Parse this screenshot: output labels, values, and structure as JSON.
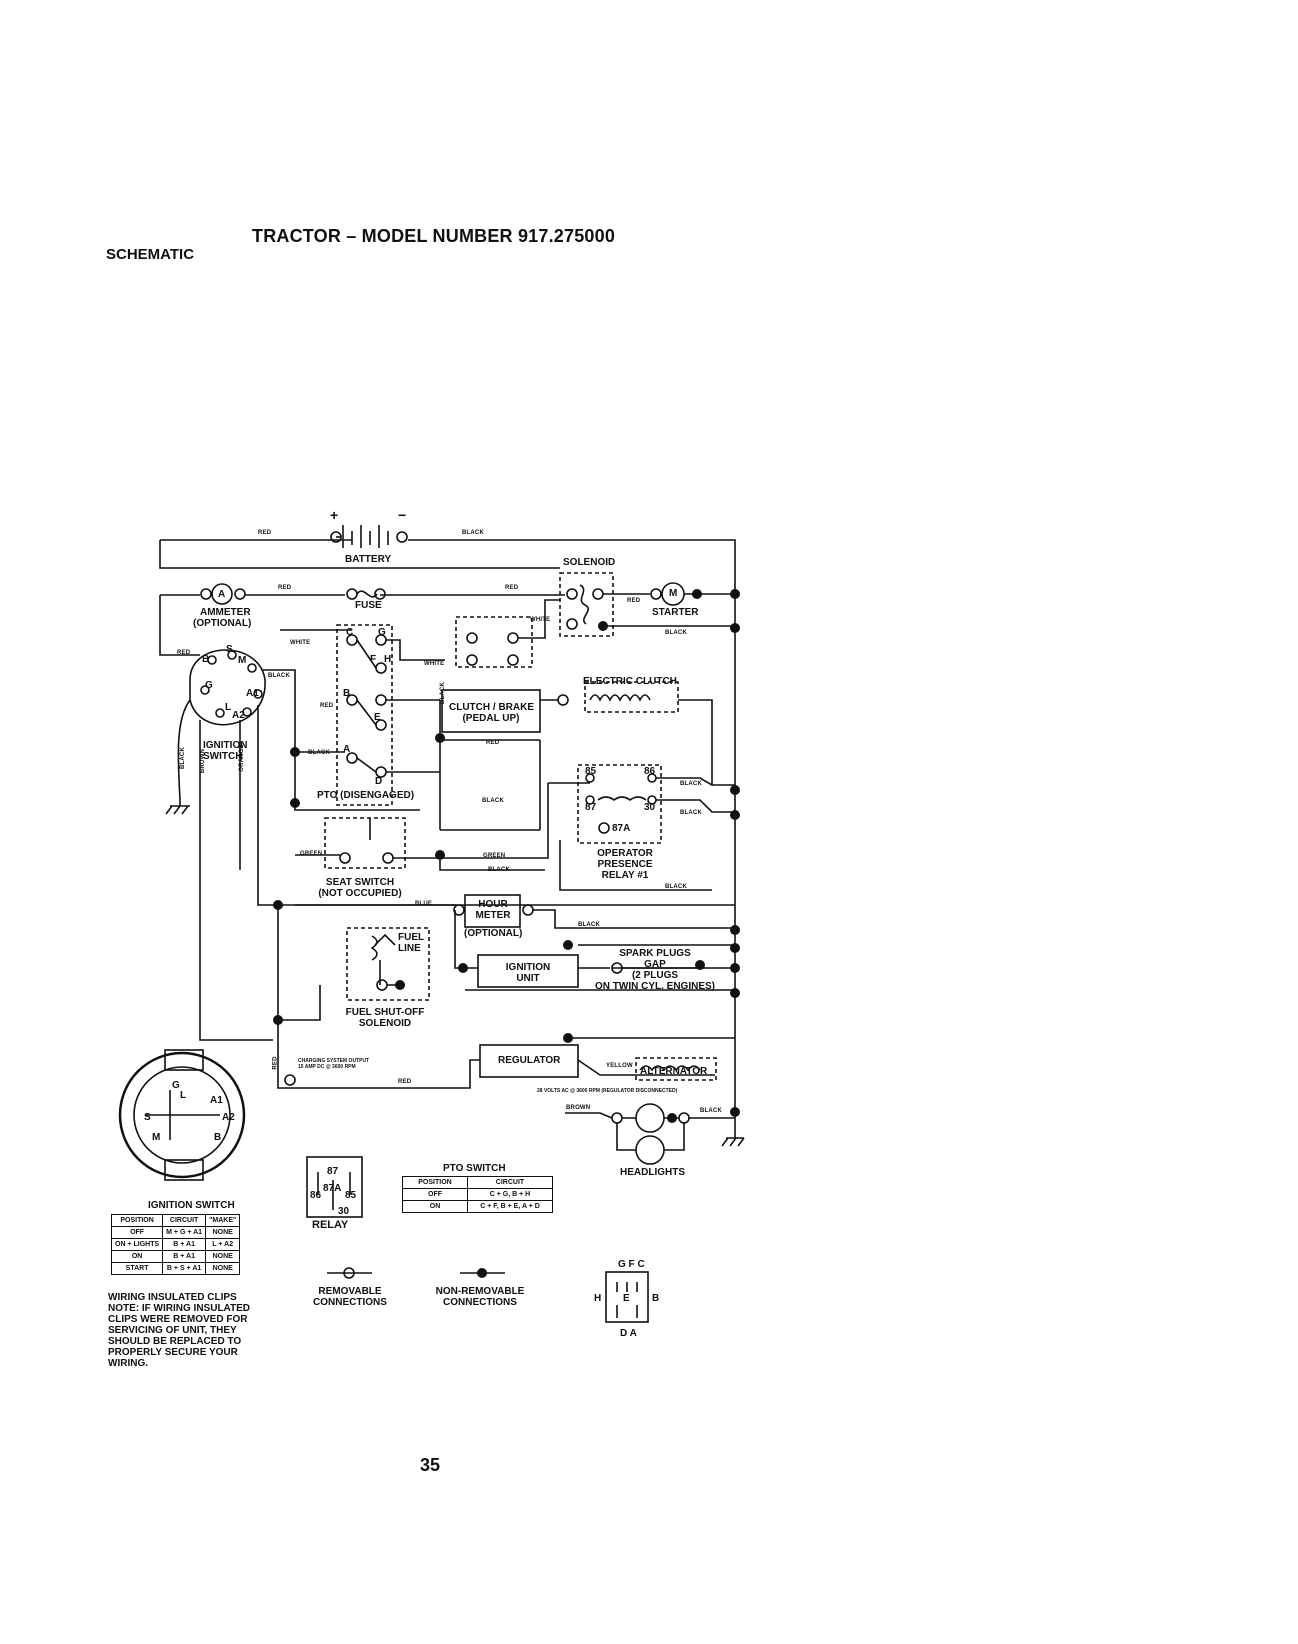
{
  "header": {
    "title": "TRACTOR – MODEL NUMBER 917.275000",
    "section": "SCHEMATIC"
  },
  "components": {
    "battery": "BATTERY",
    "battery_pos": "+",
    "battery_neg": "−",
    "solenoid": "SOLENOID",
    "ammeter": "AMMETER",
    "ammeter_opt": "(OPTIONAL)",
    "ammeter_symbol": "A",
    "fuse": "FUSE",
    "starter": "STARTER",
    "starter_symbol": "M",
    "electric_clutch": "ELECTRIC CLUTCH",
    "clutch_brake_1": "CLUTCH / BRAKE",
    "clutch_brake_2": "(PEDAL UP)",
    "ignition_switch_1": "IGNITION",
    "ignition_switch_2": "SWITCH",
    "pto": "PTO (DISENGAGED)",
    "seat_switch_1": "SEAT SWITCH",
    "seat_switch_2": "(NOT OCCUPIED)",
    "relay_1": "OPERATOR",
    "relay_2": "PRESENCE",
    "relay_3": "RELAY #1",
    "hour_meter_1": "HOUR",
    "hour_meter_2": "METER",
    "hour_meter_opt": "(OPTIONAL)",
    "fuel_line_1": "FUEL",
    "fuel_line_2": "LINE",
    "fuel_solenoid_1": "FUEL SHUT-OFF",
    "fuel_solenoid_2": "SOLENOID",
    "ignition_unit_1": "IGNITION",
    "ignition_unit_2": "UNIT",
    "spark_plugs_1": "SPARK PLUGS",
    "spark_plugs_2": "GAP",
    "spark_plugs_3": "(2 PLUGS",
    "spark_plugs_4": "ON TWIN CYL. ENGINES)",
    "regulator": "REGULATOR",
    "alternator": "ALTERNATOR",
    "charging_1": "CHARGING SYSTEM OUTPUT",
    "charging_2": "15 AMP DC @ 3600 RPM",
    "alt_output": "28 VOLTS AC @ 3600 RPM (REGULATOR DISCONNECTED)",
    "headlights": "HEADLIGHTS"
  },
  "wire_colors": {
    "red": "RED",
    "black": "BLACK",
    "white": "WHITE",
    "green": "GREEN",
    "blue": "BLUE",
    "brown": "BROWN",
    "orange": "ORANGE",
    "yellow": "YELLOW"
  },
  "terminals": {
    "pto": [
      "C",
      "G",
      "F",
      "H",
      "B",
      "E",
      "A",
      "D"
    ],
    "relay": [
      "85",
      "86",
      "87",
      "30",
      "87A"
    ],
    "ignition": [
      "S",
      "M",
      "B",
      "G",
      "L",
      "A2",
      "A1"
    ],
    "connector_top": "G F C",
    "connector_side_left": "H",
    "connector_side_right": "B",
    "connector_mid": "E",
    "connector_bottom": "D A",
    "ign_face": [
      "G",
      "L",
      "A1",
      "S",
      "A2",
      "M",
      "B"
    ]
  },
  "relay_diagram": {
    "label": "RELAY",
    "pins": [
      "87",
      "87A",
      "86",
      "85",
      "30"
    ]
  },
  "ignition_table": {
    "title": "IGNITION SWITCH",
    "headers": [
      "POSITION",
      "CIRCUIT",
      "\"MAKE\""
    ],
    "rows": [
      [
        "OFF",
        "M + G + A1",
        "NONE"
      ],
      [
        "ON + LIGHTS",
        "B + A1",
        "L + A2"
      ],
      [
        "ON",
        "B + A1",
        "NONE"
      ],
      [
        "START",
        "B + S + A1",
        "NONE"
      ]
    ]
  },
  "pto_table": {
    "title": "PTO SWITCH",
    "headers": [
      "POSITION",
      "CIRCUIT"
    ],
    "rows": [
      [
        "OFF",
        "C + G, B + H"
      ],
      [
        "ON",
        "C + F, B + E, A + D"
      ]
    ]
  },
  "legend": {
    "removable_1": "REMOVABLE",
    "removable_2": "CONNECTIONS",
    "nonremovable_1": "NON-REMOVABLE",
    "nonremovable_2": "CONNECTIONS"
  },
  "note": {
    "title": "WIRING INSULATED CLIPS",
    "lines": [
      "NOTE: IF WIRING INSULATED",
      "CLIPS WERE REMOVED FOR",
      "SERVICING OF UNIT, THEY",
      "SHOULD BE REPLACED TO",
      "PROPERLY SECURE YOUR",
      "WIRING."
    ]
  },
  "page_number": "35"
}
